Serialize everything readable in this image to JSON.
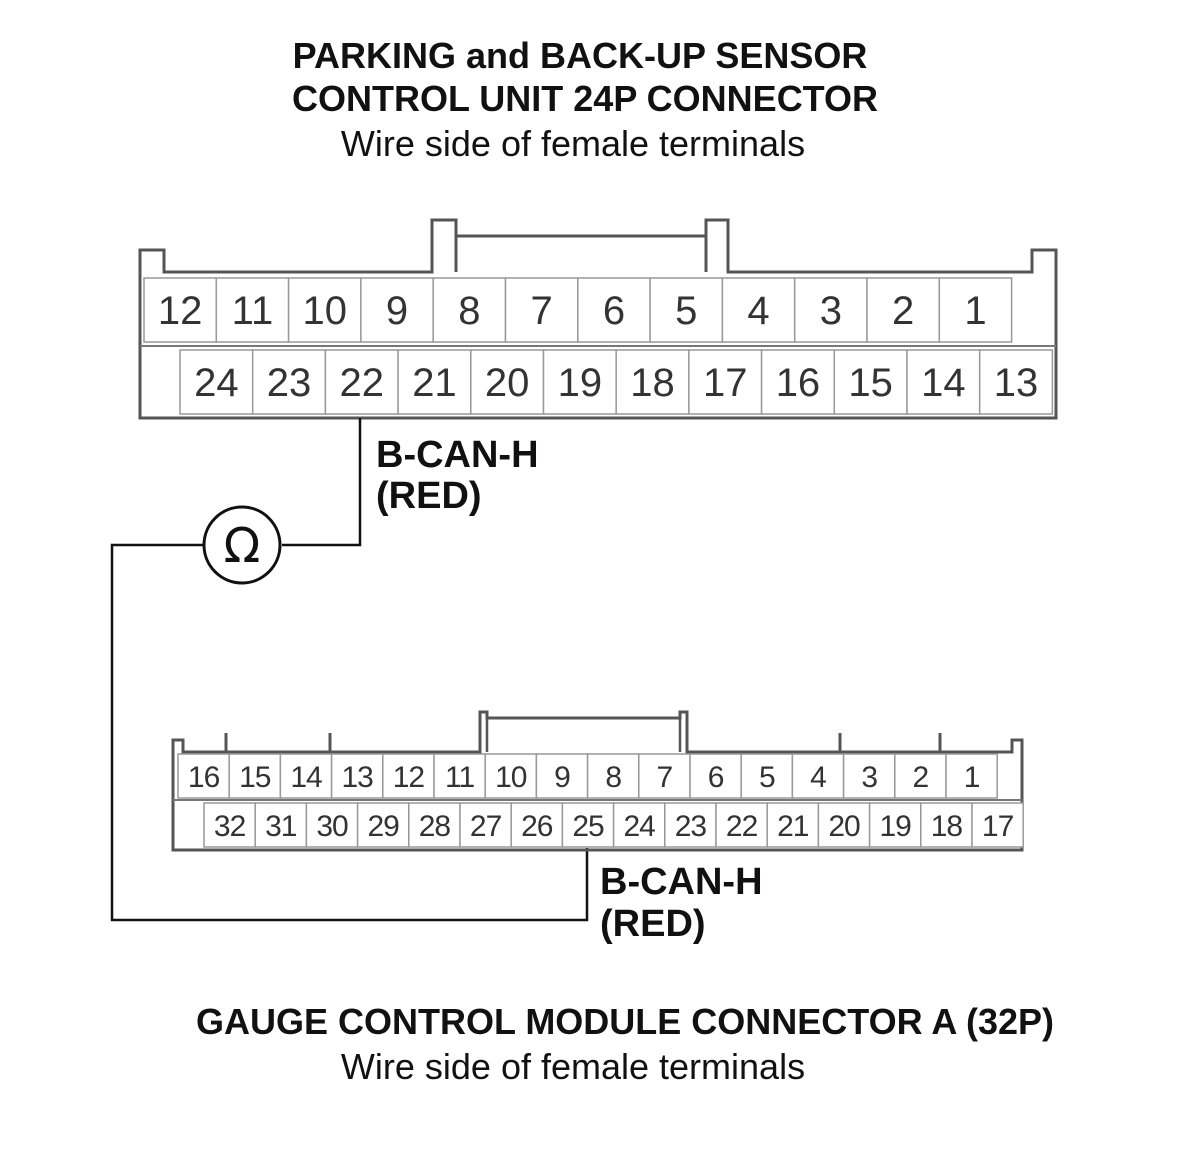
{
  "connector_top": {
    "title_line1": "PARKING and BACK-UP SENSOR",
    "title_line2": "CONTROL UNIT 24P CONNECTOR",
    "subtitle": "Wire side of female terminals",
    "row1": [
      "12",
      "11",
      "10",
      "9",
      "8",
      "7",
      "6",
      "5",
      "4",
      "3",
      "2",
      "1"
    ],
    "row2": [
      "24",
      "23",
      "22",
      "21",
      "20",
      "19",
      "18",
      "17",
      "16",
      "15",
      "14",
      "13"
    ],
    "probe_label_line1": "B-CAN-H",
    "probe_label_line2": "(RED)"
  },
  "meter": {
    "symbol": "Ω"
  },
  "connector_bottom": {
    "row1": [
      "16",
      "15",
      "14",
      "13",
      "12",
      "11",
      "10",
      "9",
      "8",
      "7",
      "6",
      "5",
      "4",
      "3",
      "2",
      "1"
    ],
    "row2": [
      "32",
      "31",
      "30",
      "29",
      "28",
      "27",
      "26",
      "25",
      "24",
      "23",
      "22",
      "21",
      "20",
      "19",
      "18",
      "17"
    ],
    "probe_label_line1": "B-CAN-H",
    "probe_label_line2": "(RED)",
    "title": "GAUGE CONTROL MODULE CONNECTOR A (32P)",
    "subtitle": "Wire side of female terminals"
  }
}
